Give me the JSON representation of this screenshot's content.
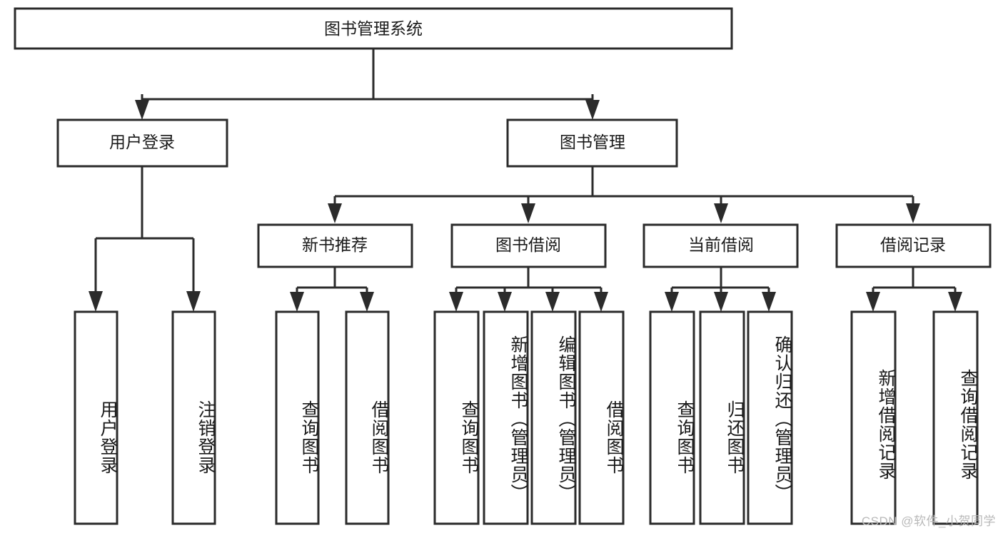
{
  "diagram": {
    "type": "hierarchy-tree",
    "title": "图书管理系统",
    "watermark": "CSDN @软件_小贺同学",
    "colors": {
      "background": "#ffffff",
      "box_fill": "#ffffff",
      "box_stroke": "#2b2b2b",
      "text": "#1a1a1a",
      "watermark": "#b9b9b9"
    },
    "root": {
      "label": "图书管理系统"
    },
    "level2": [
      {
        "label": "用户登录"
      },
      {
        "label": "图书管理"
      }
    ],
    "level3": [
      {
        "label": "新书推荐"
      },
      {
        "label": "图书借阅"
      },
      {
        "label": "当前借阅"
      },
      {
        "label": "借阅记录"
      }
    ],
    "leaves": {
      "user_login": [
        {
          "label": "用户登录"
        },
        {
          "label": "注销登录"
        }
      ],
      "new_book_recommend": [
        {
          "label": "查询图书"
        },
        {
          "label": "借阅图书"
        }
      ],
      "book_borrow": [
        {
          "label": "查询图书"
        },
        {
          "label": "新增图书（管理员）"
        },
        {
          "label": "编辑图书（管理员）"
        },
        {
          "label": "借阅图书"
        }
      ],
      "current_borrow": [
        {
          "label": "查询图书"
        },
        {
          "label": "归还图书"
        },
        {
          "label": "确认归还（管理员）"
        }
      ],
      "borrow_record": [
        {
          "label": "新增借阅记录"
        },
        {
          "label": "查询借阅记录"
        }
      ]
    }
  }
}
